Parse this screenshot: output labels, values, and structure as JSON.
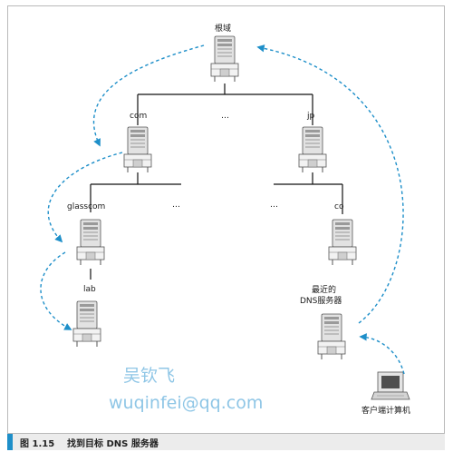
{
  "nodes": {
    "root": "根域",
    "com": "com",
    "root_ellipsis": "…",
    "jp": "jp",
    "glasscom": "glasscom",
    "com_ellipsis": "…",
    "jp_ellipsis": "…",
    "co": "co",
    "lab": "lab",
    "nearest_line1": "最近的",
    "nearest_line2": "DNS服务器",
    "client": "客户端计算机"
  },
  "watermark": {
    "name": "吴钦飞",
    "email": "wuqinfei@qq.com"
  },
  "caption": {
    "number": "图 1.15",
    "title": "找到目标 DNS 服务器"
  },
  "colors": {
    "arrow": "#1e8fc9",
    "accent": "#1e8fc9",
    "tree_line": "#111111"
  }
}
